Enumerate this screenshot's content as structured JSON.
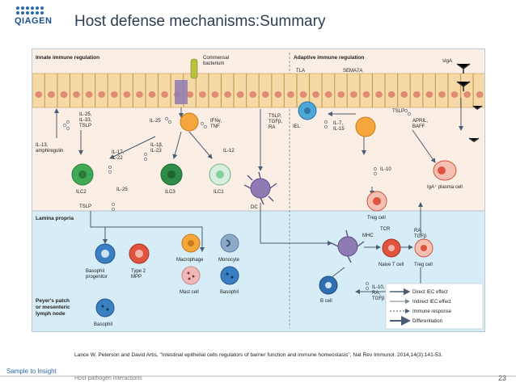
{
  "header": {
    "logo_text": "QIAGEN",
    "title": "Host defense mechanisms:Summary"
  },
  "figure": {
    "innate_title": "Innate immune regulation",
    "adaptive_title": "Adaptive immune regulation",
    "lamina_propria": "Lamina propria",
    "peyers_lines": [
      "Peyer's patch",
      "or mesenteric",
      "lymph node"
    ],
    "commensal_lines": [
      "Commensal",
      "bacterium"
    ],
    "labels": {
      "il25_33_tslp": [
        "IL-25,",
        "IL-33,",
        "TSLP"
      ],
      "il13_amph": [
        "IL-13,",
        "amphiregulin"
      ],
      "il25_a": "IL-25",
      "ifng_tnf": [
        "IFNγ,",
        "TNF"
      ],
      "tslp_tgfb_ra": [
        "TSLP,",
        "TGFβ,",
        "RA"
      ],
      "il1b_il23": [
        "IL-1β,",
        "IL-23"
      ],
      "il12": "IL-12",
      "il17_22": [
        "IL-17,",
        "IL-22"
      ],
      "il25_b": "IL-25",
      "tslp_a": "TSLP",
      "tla": "TLA",
      "sema7a": "SEMA7A",
      "siga": "sIgA",
      "iel": "IEL",
      "il7_15": [
        "IL-7,",
        "IL-15"
      ],
      "tslp_b": "TSLP",
      "april_baff": [
        "APRIL,",
        "BAFF"
      ],
      "il10_a": "IL-10",
      "mhc": "MHC",
      "tcr": "TCR",
      "ra_tgfb": [
        "RA,",
        "TGFβ"
      ],
      "il10_ra_tgfb": [
        "IL-10,",
        "RA,",
        "TGFβ"
      ]
    },
    "cells": {
      "ilc2": "ILC2",
      "ilc3": "ILC3",
      "ilc1": "ILC1",
      "dc": "DC",
      "treg_a": "Treg cell",
      "iga_plasma": "IgA⁺ plasma cell",
      "basophil_progenitor": [
        "Basophil",
        "progenitor"
      ],
      "type2_mpp": [
        "Type 2",
        "MPP"
      ],
      "macrophage": "Macrophage",
      "monocyte": "Monocyte",
      "mast_cell": "Mast cell",
      "basophil_a": "Basophil",
      "basophil_b": "Basophil",
      "naive_t": "Naive T cell",
      "treg_b": "Treg cell",
      "b_cell": "B cell"
    },
    "legend": [
      "Direct IEC effect",
      "Indirect IEC effect",
      "Immune response",
      "Differentiation"
    ],
    "colors": {
      "epithelium": "#f5d9a6",
      "epithelium_border": "#c79a55",
      "upper_bg": "#fbeee4",
      "lower_bg": "#d6ecf6",
      "ilc_green": "#3faa55",
      "dc_purple": "#8e7bb3",
      "treg_red": "#e0533e",
      "b_blue": "#2f6fb0",
      "macrophage_orange": "#f5a63c",
      "arrow": "#4b5d72"
    }
  },
  "citation": "Lance W. Peterson and David Artis, \"Intestinal epithelial cells regulators of barrier function and immune homeostasis\", Nat Rev Immunol. 2014,14(3):141-53.",
  "footer": {
    "tagline": "Sample to Insight",
    "section": "Host-pathogen interactions",
    "page": "23"
  }
}
